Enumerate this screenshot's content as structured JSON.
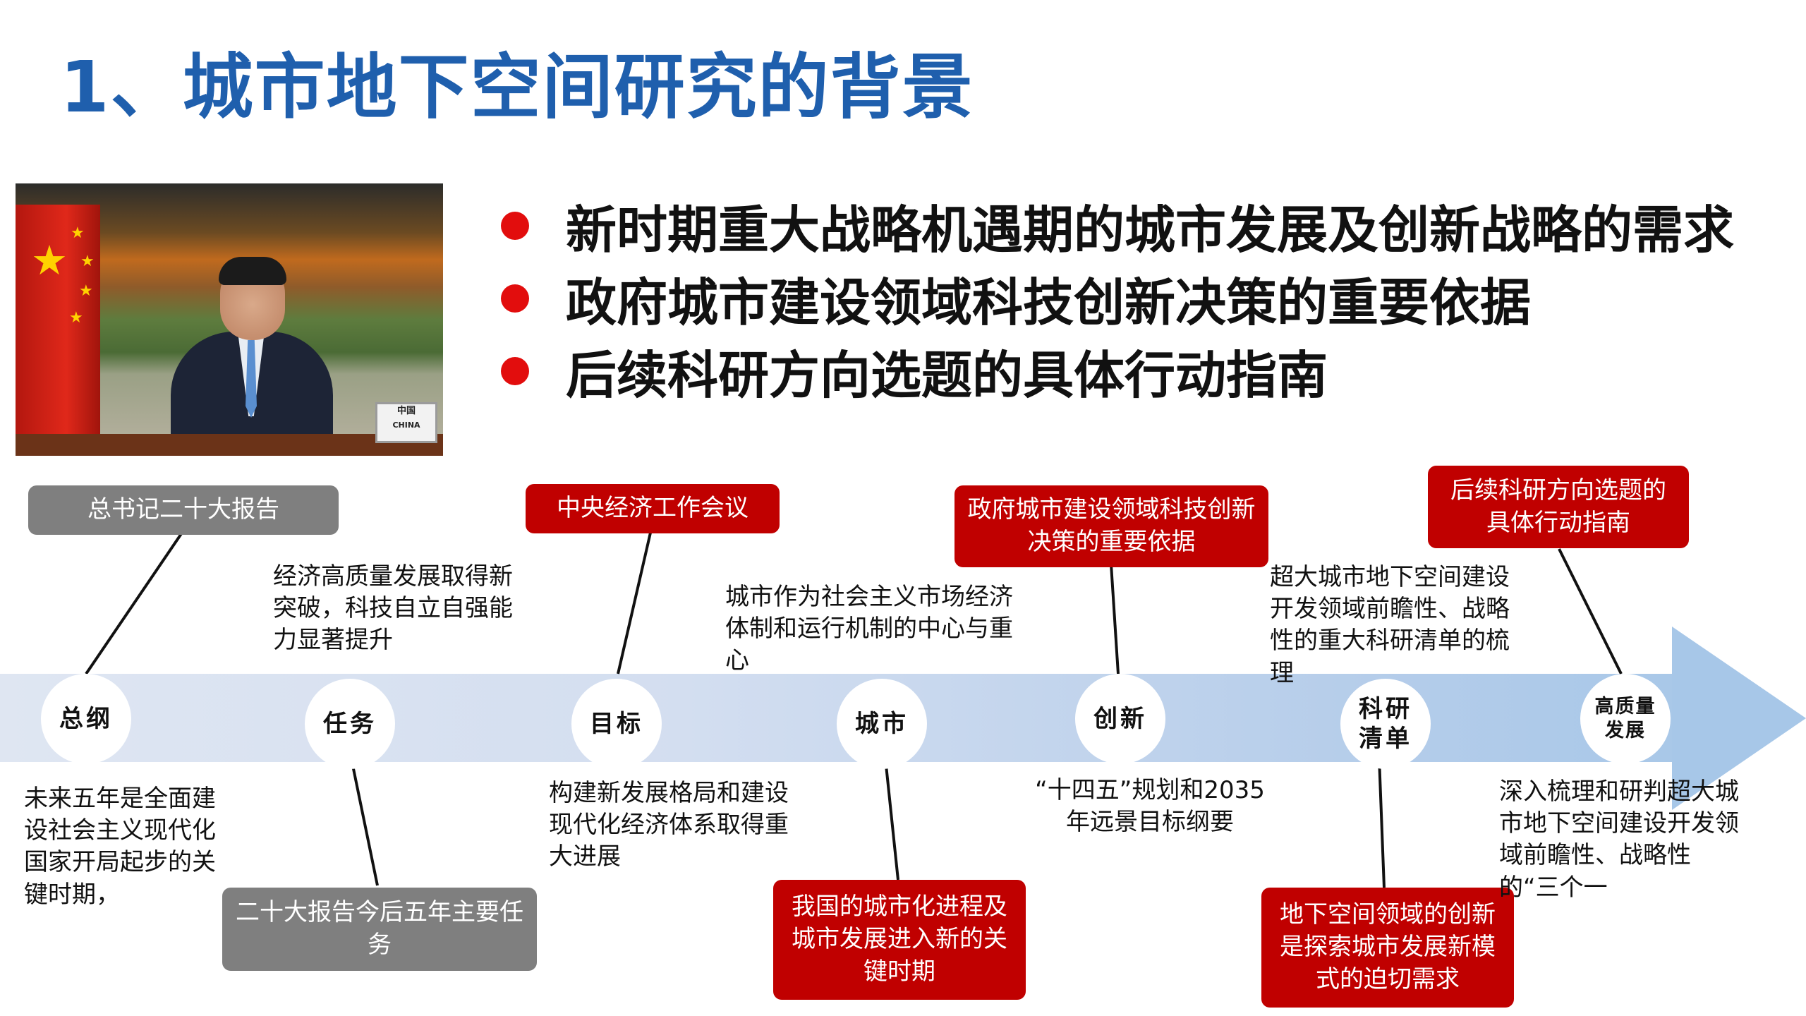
{
  "title": "1、城市地下空间研究的背景",
  "photo": {
    "placard_cn": "中国",
    "placard_en": "CHINA"
  },
  "bullets": [
    "新时期重大战略机遇期的城市发展及创新战略的需求",
    "政府城市建设领域科技创新决策的重要依据",
    "后续科研方向选题的具体行动指南"
  ],
  "timeline": {
    "nodes": [
      "总纲",
      "任务",
      "目标",
      "城市",
      "创新",
      "科研\n清单",
      "高质量\n发展"
    ],
    "boxes": {
      "b1": "总书记二十大报告",
      "b2": "二十大报告今后五年主要任务",
      "b3": "中央经济工作会议",
      "b4": "我国的城市化进程及城市发展进入新的关键时期",
      "b5": "政府城市建设领域科技创新决策的重要依据",
      "b6": "地下空间领域的创新是探索城市发展新模式的迫切需求",
      "b7": "后续科研方向选题的具体行动指南"
    },
    "notes": {
      "n1": "未来五年是全面建设社会主义现代化国家开局起步的关键时期，",
      "n2": "经济高质量发展取得新突破，科技自立自强能力显著提升",
      "n3": "构建新发展格局和建设现代化经济体系取得重大进展",
      "n4": "城市作为社会主义市场经济体制和运行机制的中心与重心",
      "n5": "“十四五”规划和2035年远景目标纲要",
      "n6": "超大城市地下空间建设开发领域前瞻性、战略性的重大科研清单的梳理",
      "n7": "深入梳理和研判超大城市地下空间建设开发领域前瞻性、战略性的“三个一"
    }
  },
  "colors": {
    "title": "#1F5FAD",
    "bullet": "#E20D0D",
    "red_box": "#C00000",
    "gray_box": "#7F7F7F",
    "band": "#A7C7E8"
  }
}
